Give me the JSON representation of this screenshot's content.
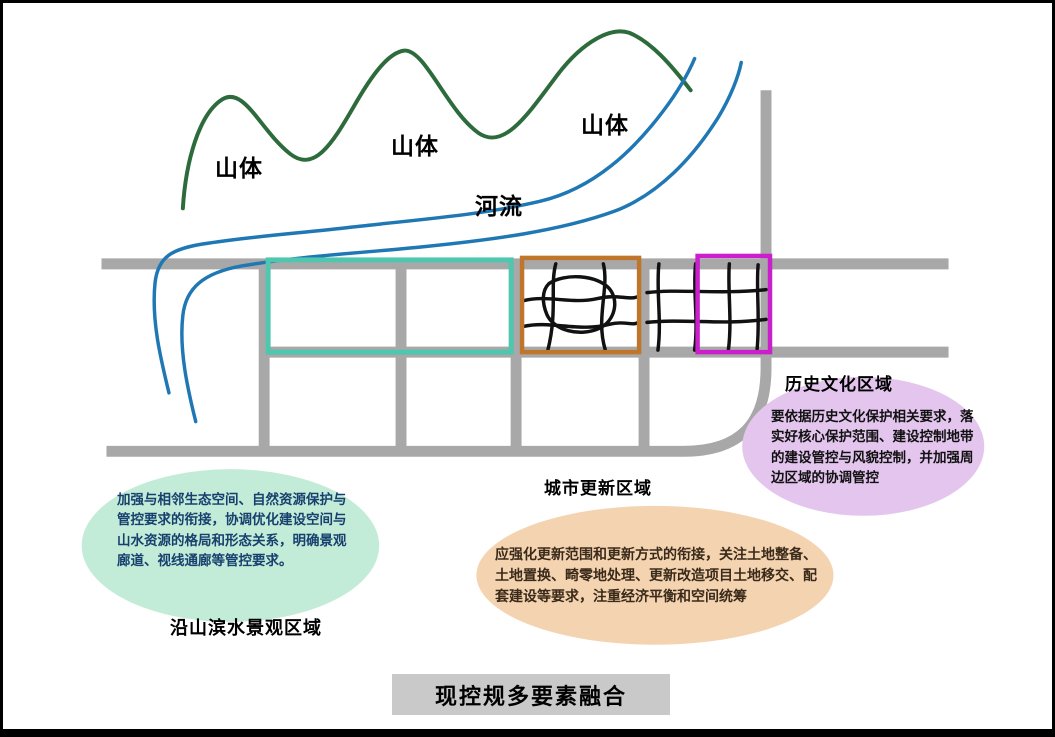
{
  "title": "现控规多要素融合",
  "map": {
    "mountain_labels": [
      "山体",
      "山体",
      "山体"
    ],
    "river_label": "河流"
  },
  "zones": {
    "landscape": {
      "name": "沿山滨水景观区域",
      "note": "加强与相邻生态空间、自然资源保护与管控要求的衔接，协调优化建设空间与山水资源的格局和形态关系，明确景观廊道、视线通廊等管控要求。"
    },
    "renewal": {
      "name": "城市更新区域",
      "note": "应强化更新范围和更新方式的衔接，关注土地整备、土地置换、畸零地处理、更新改造项目土地移交、配套建设等要求，注重经济平衡和空间统筹"
    },
    "historic": {
      "name": "历史文化区域",
      "note": "要依据历史文化保护相关要求，落实好核心保护范围、建设控制地带的建设管控与风貌控制，并加强周边区域的协调管控"
    }
  },
  "colors": {
    "mountain": "#2d6b3c",
    "river": "#1f78b4",
    "road": "#a8a8a8",
    "inner_road": "#111111",
    "landscape_rect": "#4ec7ae",
    "renewal_rect": "#c0762a",
    "historic_rect": "#cb1fcb",
    "landscape_ellipse": "#c3ecd8",
    "renewal_ellipse": "#f4d3b0",
    "historic_ellipse": "#e3c5ee",
    "title_bg": "#c9c9c9"
  }
}
